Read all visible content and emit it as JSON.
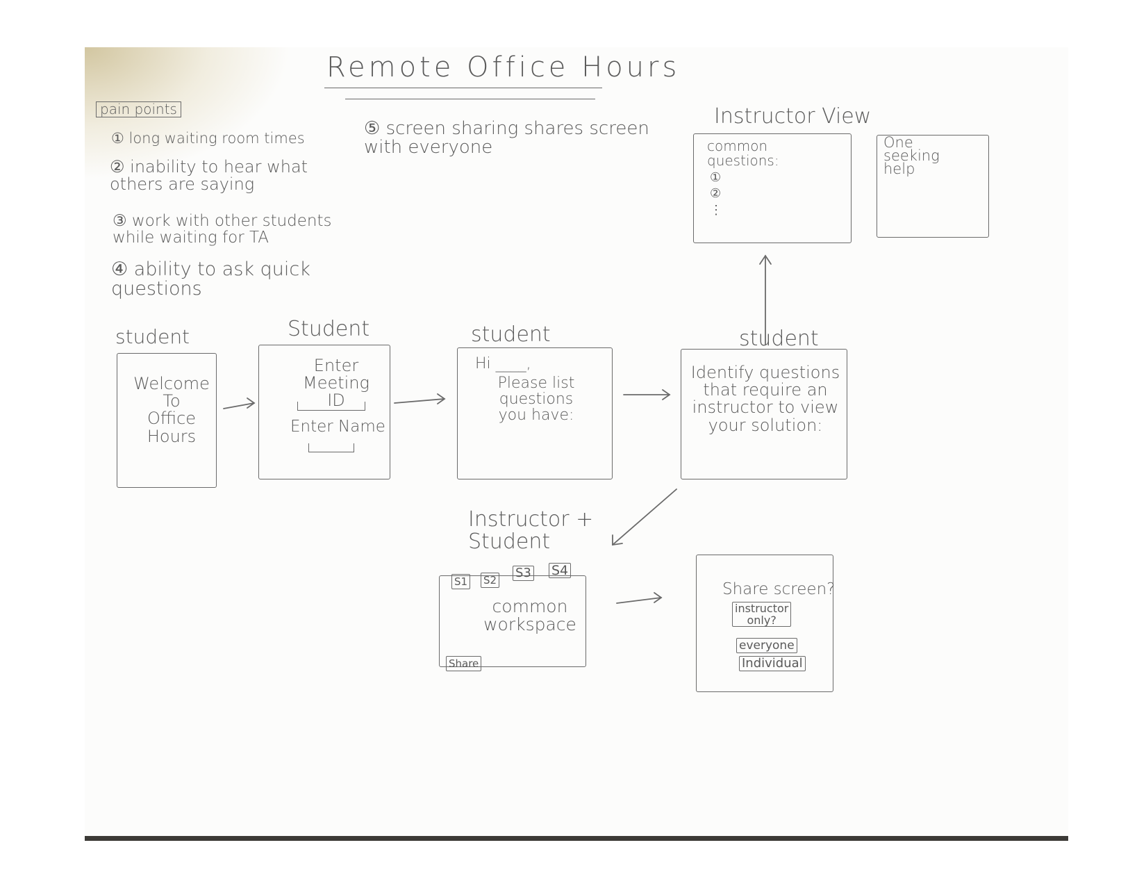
{
  "title": "Remote Office Hours",
  "pain_points": {
    "label": "pain points",
    "items": [
      "① long waiting room times",
      "② inability to hear what\n   others are saying",
      "③ work with other students\n   while waiting for TA",
      "④ ability to ask quick\n   questions"
    ],
    "item5": "⑤ screen sharing shares screen\n   with everyone"
  },
  "screens": {
    "welcome": {
      "role": "student",
      "text": "Welcome\nTo\nOffice\nHours"
    },
    "join": {
      "role": "Student",
      "meeting_label": "Enter Meeting\nID",
      "name_label": "Enter Name"
    },
    "questions": {
      "role": "student",
      "greeting": "Hi ____,",
      "prompt": "Please list questions\nyou have:"
    },
    "identify": {
      "role": "student",
      "text": "Identify questions\nthat require an\ninstructor to view\nyour solution:"
    },
    "instructor_view": {
      "label": "Instructor View",
      "common_questions": "common\nquestions:",
      "list_marks": "①\n②\n⋮",
      "seeking_help": "One\nseeking\nhelp"
    },
    "workspace": {
      "role": "Instructor +\nStudent",
      "tabs": [
        "S1",
        "S2",
        "S3",
        "S4"
      ],
      "body": "common\nworkspace",
      "share_button": "Share"
    },
    "share_screen": {
      "question": "Share screen?",
      "options": [
        "instructor\nonly?",
        "everyone",
        "Individual"
      ]
    }
  }
}
